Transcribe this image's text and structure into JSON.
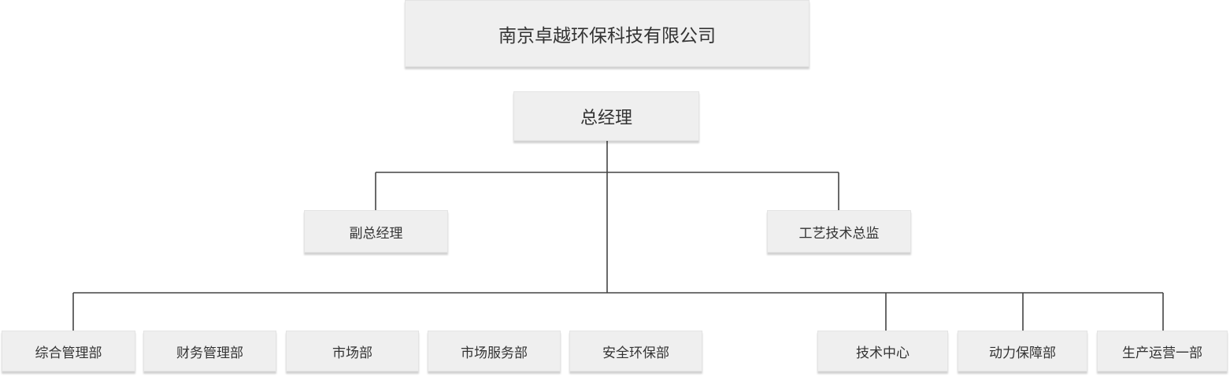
{
  "company": "南京卓越环保科技有限公司",
  "general_manager": "总经理",
  "level2": [
    "副总经理",
    "工艺技术总监"
  ],
  "departments": [
    "综合管理部",
    "财务管理部",
    "市场部",
    "市场服务部",
    "安全环保部",
    "技术中心",
    "动力保障部",
    "生产运营一部"
  ]
}
